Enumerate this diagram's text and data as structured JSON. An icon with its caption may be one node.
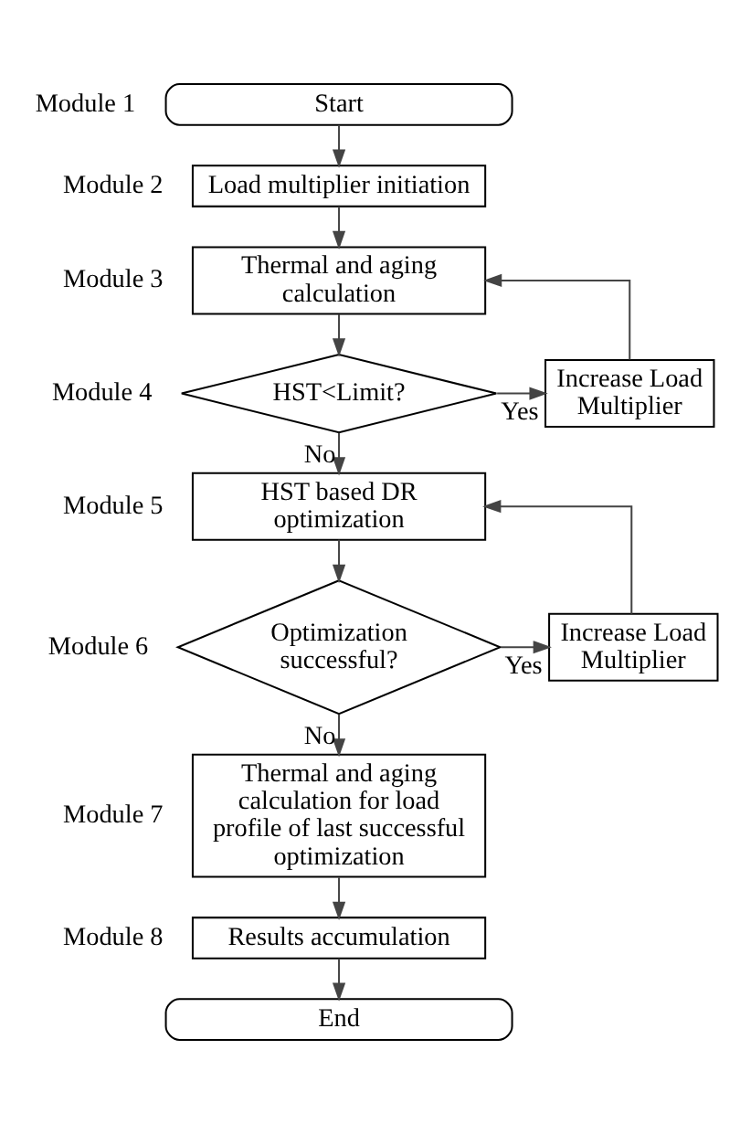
{
  "diagram": {
    "nodes": [
      {
        "text": [
          "Start"
        ],
        "beside": [
          "Module 1"
        ]
      },
      {
        "text": [
          "Load multiplier initiation"
        ],
        "beside": [
          "Module 2"
        ]
      },
      {
        "text": [
          "Thermal and aging calculation"
        ],
        "beside": [
          "Module 3"
        ]
      },
      {
        "text": [
          "HST<Limit?"
        ],
        "beside": [
          "Module 4"
        ]
      },
      {
        "text": [
          "Increase Load Multiplier"
        ]
      },
      {
        "text": [
          "HST based DR optimization"
        ],
        "beside": [
          "Module 5"
        ]
      },
      {
        "text": [
          "Optimization successful?"
        ],
        "beside": [
          "Module 6"
        ]
      },
      {
        "text": [
          "Increase Load Multiplier"
        ]
      },
      {
        "text": [
          "Thermal and aging calculation for load profile of last successful optimization"
        ],
        "beside": [
          "Module 7"
        ]
      },
      {
        "text": [
          "Results accumulation"
        ],
        "beside": [
          "Module 8"
        ]
      },
      {
        "text": [
          "End"
        ]
      }
    ],
    "edges": [
      {
        "from": 0,
        "to": 1,
        "arrow": "to"
      },
      {
        "from": 1,
        "to": 2,
        "arrow": "to"
      },
      {
        "from": 2,
        "to": 3,
        "arrow": "to"
      },
      {
        "from": 3,
        "to": 4,
        "arrow": "to",
        "label": "Yes"
      },
      {
        "from": 4,
        "to": 2,
        "arrow": "to"
      },
      {
        "from": 3,
        "to": 5,
        "arrow": "to",
        "label": "No"
      },
      {
        "from": 5,
        "to": 6,
        "arrow": "to"
      },
      {
        "from": 6,
        "to": 7,
        "arrow": "to",
        "label": "Yes"
      },
      {
        "from": 7,
        "to": 5,
        "arrow": "to"
      },
      {
        "from": 6,
        "to": 8,
        "arrow": "to",
        "label": "No"
      },
      {
        "from": 8,
        "to": 9,
        "arrow": "to"
      },
      {
        "from": 9,
        "to": 10,
        "arrow": "to"
      }
    ]
  }
}
